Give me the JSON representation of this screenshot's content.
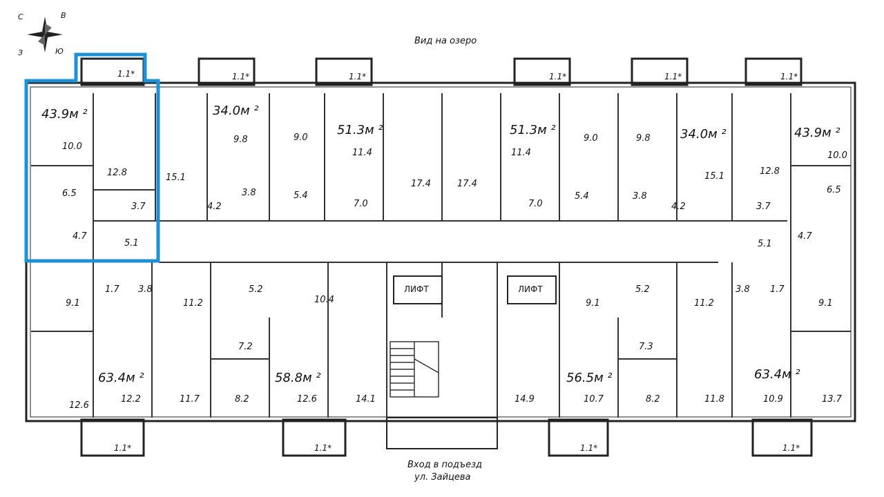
{
  "compass": {
    "north": "С",
    "east": "В",
    "south": "Ю",
    "west": "З"
  },
  "top_caption": "Вид на озеро",
  "bottom_caption_1": "Вход в подъезд",
  "bottom_caption_2": "ул. Зайцева",
  "balcony_label": "1.1*",
  "highlight_color": "#1e90d6",
  "apartments": {
    "a1": "43.9м ²",
    "a2": "34.0м ²",
    "a3": "51.3м ²",
    "a4": "51.3м ²",
    "a5": "34.0м ²",
    "a6": "43.9м ²",
    "a7": "63.4м ²",
    "a8": "58.8м ²",
    "a9": "56.5м ²",
    "a10": "63.4м ²"
  },
  "lift_1": "ЛИФТ",
  "lift_2": "ЛИФТ",
  "rooms": [
    "10.0",
    "12.8",
    "6.5",
    "3.7",
    "4.7",
    "5.1",
    "15.1",
    "9.8",
    "9.0",
    "3.8",
    "5.4",
    "4.2",
    "11.4",
    "7.0",
    "17.4",
    "17.4",
    "11.4",
    "7.0",
    "9.0",
    "9.8",
    "5.4",
    "3.8",
    "4.2",
    "34.0",
    "15.1",
    "12.8",
    "10.0",
    "6.5",
    "3.7",
    "5.1",
    "4.7",
    "1.7",
    "3.8",
    "9.1",
    "11.2",
    "5.2",
    "10.4",
    "7.2",
    "12.6",
    "12.2",
    "11.7",
    "8.2",
    "12.6",
    "14.1",
    "14.9",
    "9.1",
    "5.2",
    "7.3",
    "10.7",
    "8.2",
    "11.2",
    "3.8",
    "1.7",
    "9.1",
    "11.8",
    "10.9",
    "13.7"
  ]
}
